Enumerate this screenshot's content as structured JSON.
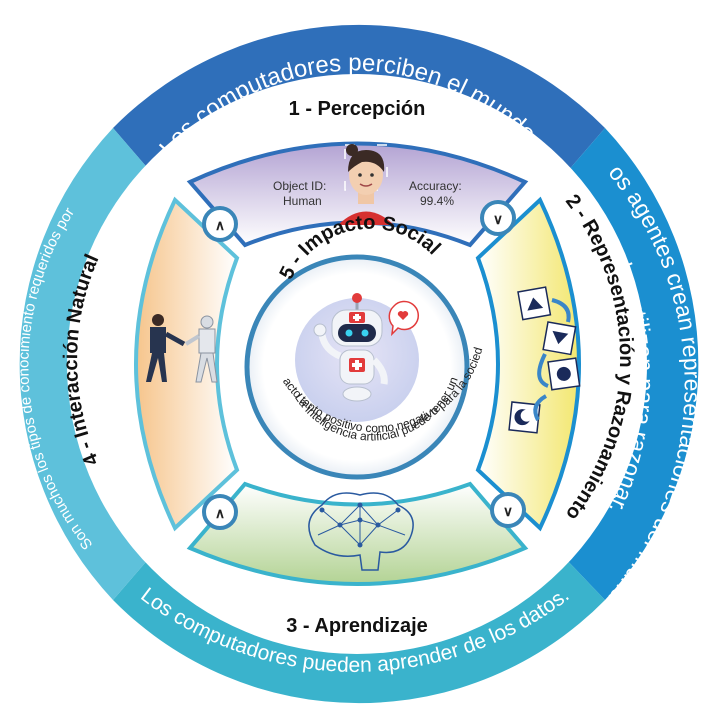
{
  "outer": {
    "top": "Los computadores perciben el mundo a través de sensores.",
    "right": "Los agentes crean representaciones del mundo y las utilizan para razonar.",
    "bottom": "Los computadores pueden aprender de los datos.",
    "left": "Son muchos los tipos de conocimiento requeridos por los agentes inteligentes para interactuar naturalmente con humanos."
  },
  "segments": {
    "perception": {
      "title": "1 - Percepción",
      "object_label": "Object ID:",
      "object_value": "Human",
      "accuracy_label": "Accuracy:",
      "accuracy_value": "99.4%"
    },
    "representation": {
      "title": "2 - Representación y Razonamiento"
    },
    "learning": {
      "title": "3 - Aprendizaje"
    },
    "interaction": {
      "title": "4 - Interacción Natural"
    }
  },
  "center": {
    "title": "5 - Impacto Social",
    "caption": "La inteligencia artificial puede tener un impacto tanto positivo como negativo para la sociedad."
  },
  "colors": {
    "top": "#2f6fba",
    "right": "#1b8fd0",
    "bottom": "#3ab3cc",
    "left": "#5ec1db",
    "ring_white": "#ffffff",
    "perception_fill": "#b9aad6",
    "representation_fill": "#f4ea7e",
    "learning_fill": "#bcd7a1",
    "interaction_fill": "#f7cd9a",
    "connector": "#3a86b8"
  }
}
